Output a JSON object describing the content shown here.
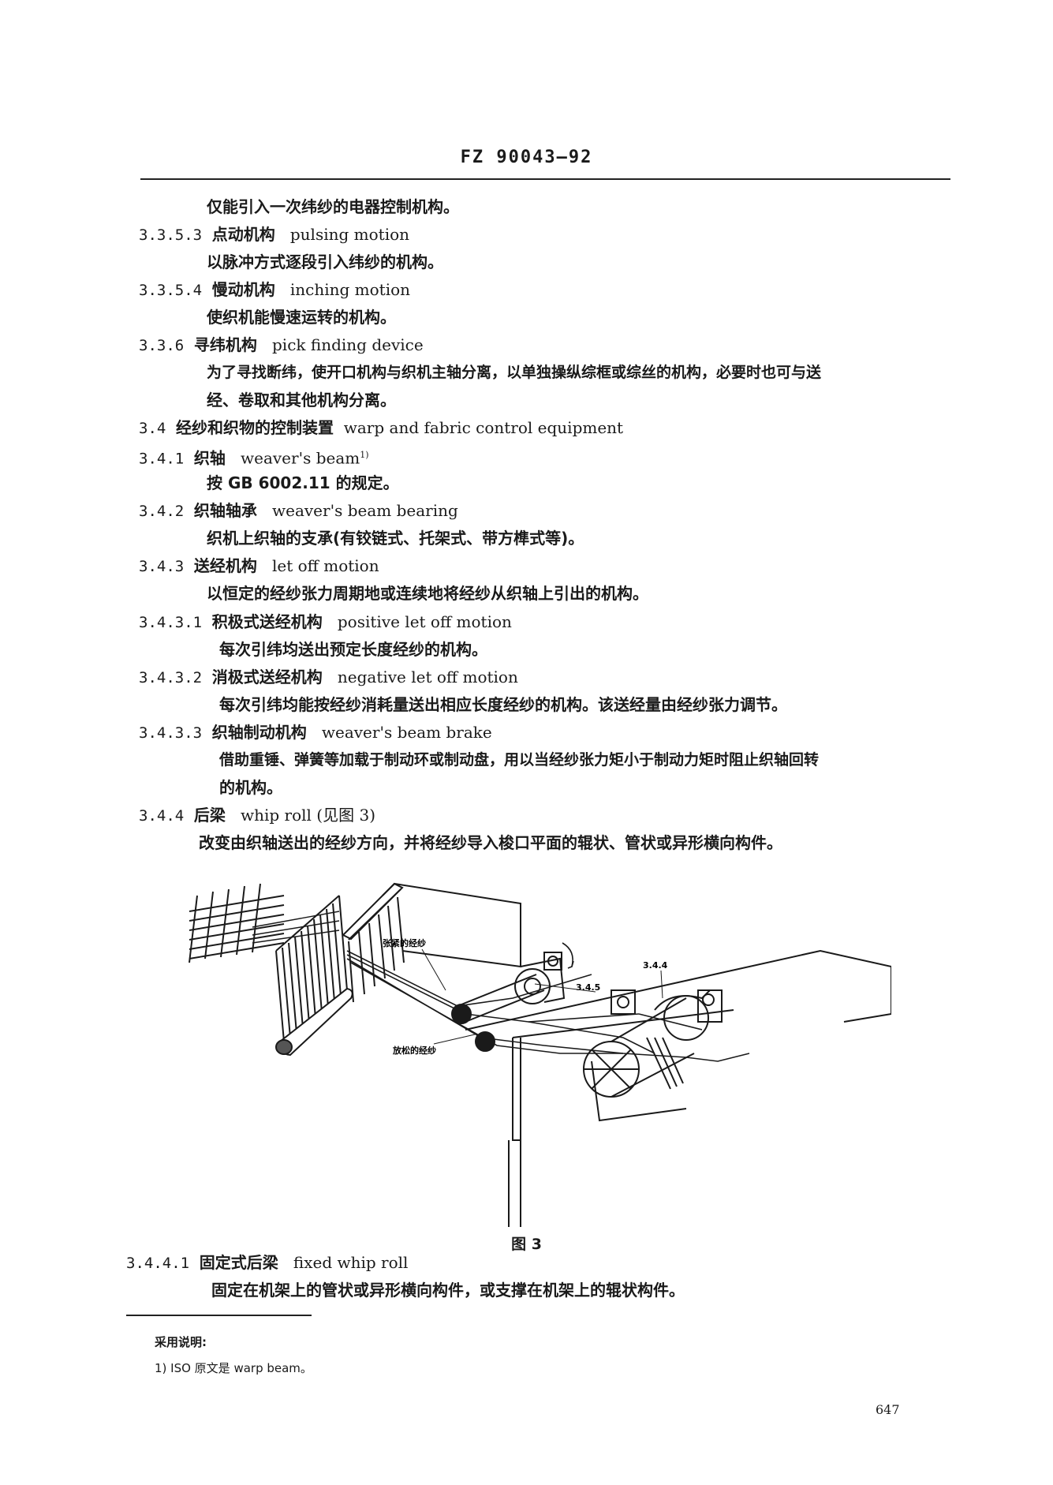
{
  "header": {
    "code": "FZ 90043—92"
  },
  "lines": [
    {
      "id": "l0",
      "num": "",
      "cn": "仅能引入一次纬纱的电器控制机构。",
      "en": ""
    },
    {
      "id": "l1",
      "num": "3.3.5.3",
      "cn": "点动机构",
      "en": "pulsing motion"
    },
    {
      "id": "l2",
      "num": "",
      "cn": "以脉冲方式逐段引入纬纱的机构。",
      "en": ""
    },
    {
      "id": "l3",
      "num": "3.3.5.4",
      "cn": "慢动机构",
      "en": "inching motion"
    },
    {
      "id": "l4",
      "num": "",
      "cn": "使织机能慢速运转的机构。",
      "en": ""
    },
    {
      "id": "l5",
      "num": "3.3.6",
      "cn": "寻纬机构",
      "en": "pick finding device"
    },
    {
      "id": "l6",
      "num": "",
      "cn": "为了寻找断纬，使开口机构与织机主轴分离，以单独操纵综框或综丝的机构，必要时也可与送",
      "en": ""
    },
    {
      "id": "l7",
      "num": "",
      "cn": "经、卷取和其他机构分离。",
      "en": ""
    },
    {
      "id": "l8",
      "num": "3.4",
      "cn": "经纱和织物的控制装置",
      "en": "warp and fabric control equipment"
    },
    {
      "id": "l9",
      "num": "3.4.1",
      "cn": "织轴",
      "en": "weaver's beam"
    },
    {
      "id": "l10",
      "num": "",
      "cn": "按 GB 6002.11 的规定。",
      "en": ""
    },
    {
      "id": "l11",
      "num": "3.4.2",
      "cn": "织轴轴承",
      "en": "weaver's beam bearing"
    },
    {
      "id": "l12",
      "num": "",
      "cn": "织机上织轴的支承(有铰链式、托架式、带方榫式等)。",
      "en": ""
    },
    {
      "id": "l13",
      "num": "3.4.3",
      "cn": "送经机构",
      "en": "let off motion"
    },
    {
      "id": "l14",
      "num": "",
      "cn": "以恒定的经纱张力周期地或连续地将经纱从织轴上引出的机构。",
      "en": ""
    },
    {
      "id": "l15",
      "num": "3.4.3.1",
      "cn": "积极式送经机构",
      "en": "positive let off motion"
    },
    {
      "id": "l16",
      "num": "",
      "cn": "每次引纬均送出预定长度经纱的机构。",
      "en": ""
    },
    {
      "id": "l17",
      "num": "3.4.3.2",
      "cn": "消极式送经机构",
      "en": "negative let off motion"
    },
    {
      "id": "l18",
      "num": "",
      "cn": "每次引纬均能按经纱消耗量送出相应长度经纱的机构。该送经量由经纱张力调节。",
      "en": ""
    },
    {
      "id": "l19",
      "num": "3.4.3.3",
      "cn": "织轴制动机构",
      "en": "weaver's beam brake"
    },
    {
      "id": "l20",
      "num": "",
      "cn": "借助重锤、弹簧等加载于制动环或制动盘，用以当经纱张力矩小于制动力矩时阻止织轴回转",
      "en": ""
    },
    {
      "id": "l21",
      "num": "",
      "cn": "的机构。",
      "en": ""
    },
    {
      "id": "l22",
      "num": "3.4.4",
      "cn": "后梁",
      "en": "whip roll  (见图 3)"
    },
    {
      "id": "l23",
      "num": "",
      "cn": "改变由织轴送出的经纱方向，并将经纱导入梭口平面的辊状、管状或异形横向构件。",
      "en": ""
    },
    {
      "id": "l24",
      "num": "3.4.4.1",
      "cn": "固定式后梁",
      "en": "fixed whip roll"
    },
    {
      "id": "l25",
      "num": "",
      "cn": "固定在机架上的管状或异形横向构件，或支撑在机架上的辊状构件。",
      "en": ""
    }
  ],
  "footnote_mark": "1)",
  "figure": {
    "label_taut": "张紧的经纱",
    "label_slack": "放松的经纱",
    "label_345": "3.4.5",
    "label_344": "3.4.4",
    "caption": "图 3"
  },
  "footnote": {
    "title": "采用说明:",
    "text": "1) ISO 原文是 warp beam。"
  },
  "page_number": "647"
}
